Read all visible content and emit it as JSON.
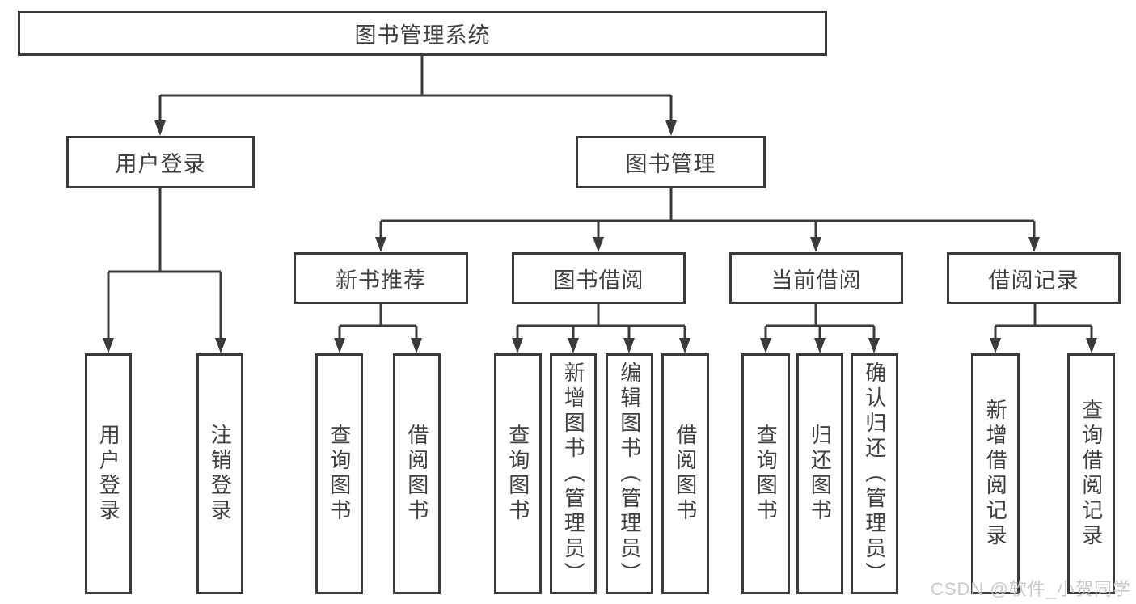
{
  "tree": {
    "label": "图书管理系统",
    "children": [
      {
        "label": "用户登录",
        "children": [
          {
            "label": "用户登录"
          },
          {
            "label": "注销登录"
          }
        ]
      },
      {
        "label": "图书管理",
        "children": [
          {
            "label": "新书推荐",
            "children": [
              {
                "label": "查询图书"
              },
              {
                "label": "借阅图书"
              }
            ]
          },
          {
            "label": "图书借阅",
            "children": [
              {
                "label": "查询图书"
              },
              {
                "label": "新增图书（管理员）"
              },
              {
                "label": "编辑图书（管理员）"
              },
              {
                "label": "借阅图书"
              }
            ]
          },
          {
            "label": "当前借阅",
            "children": [
              {
                "label": "查询图书"
              },
              {
                "label": "归还图书"
              },
              {
                "label": "确认归还（管理员）"
              }
            ]
          },
          {
            "label": "借阅记录",
            "children": [
              {
                "label": "新增借阅记录"
              },
              {
                "label": "查询借阅记录"
              }
            ]
          }
        ]
      }
    ]
  },
  "watermark": "CSDN @软件_小贺同学",
  "colors": {
    "line": "#3a3a3a",
    "text": "#3f3f3f",
    "watermark": "#c7c9cd",
    "background": "#ffffff"
  }
}
